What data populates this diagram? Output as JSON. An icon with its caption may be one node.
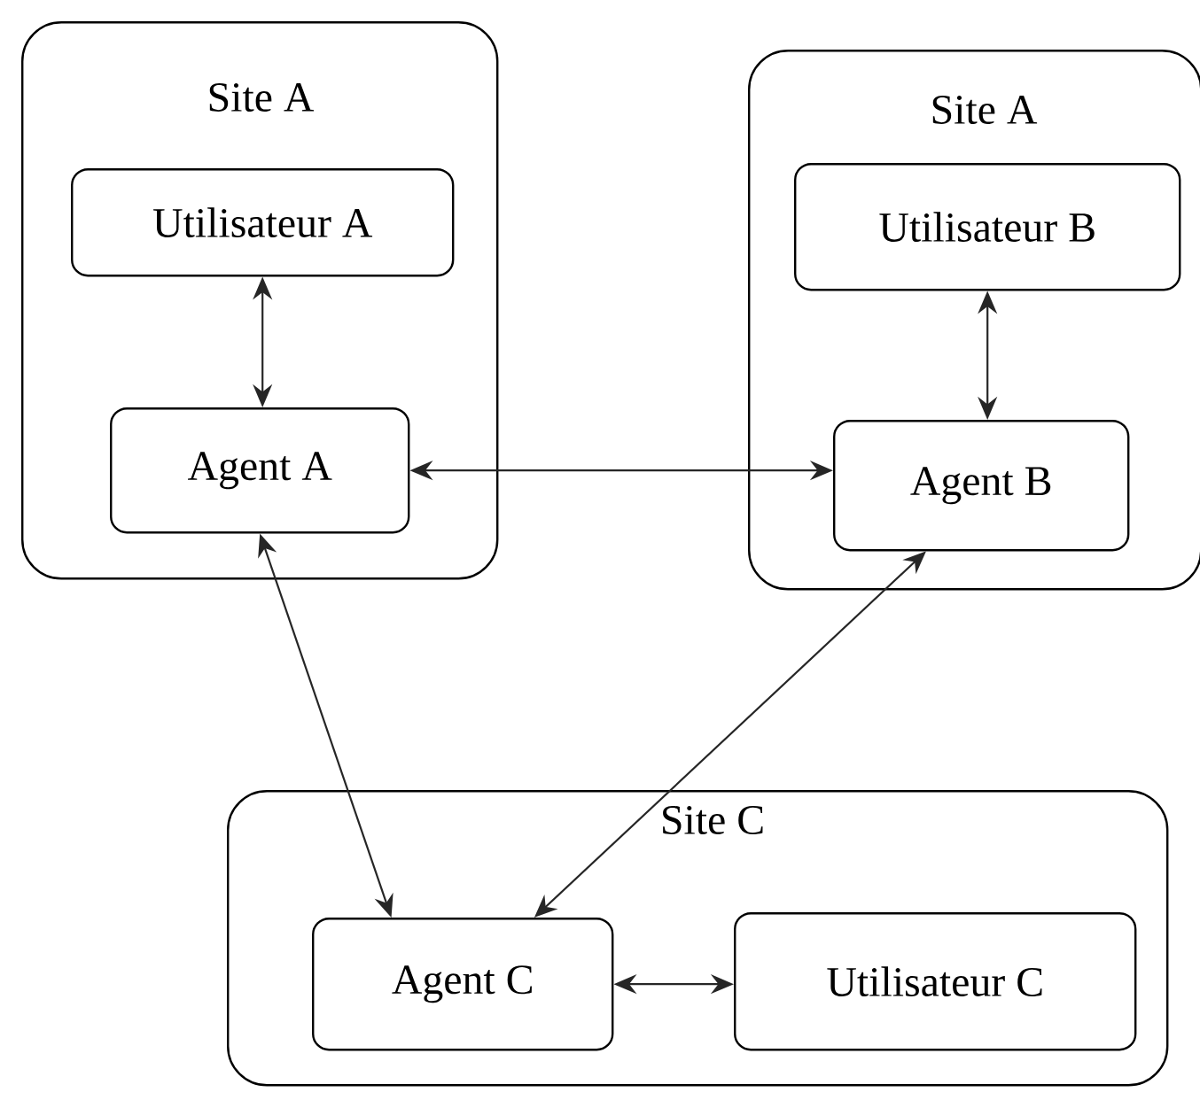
{
  "diagram": {
    "nodes": [
      {
        "text": [
          "Site A"
        ]
      },
      {
        "text": [
          "Utilisateur A"
        ],
        "in": 0
      },
      {
        "text": [
          "Agent A"
        ],
        "in": 0
      },
      {
        "text": [
          "Site A"
        ]
      },
      {
        "text": [
          "Utilisateur B"
        ],
        "in": 3
      },
      {
        "text": [
          "Agent B"
        ],
        "in": 3
      },
      {
        "text": [
          "Site C"
        ]
      },
      {
        "text": [
          "Agent C"
        ],
        "in": 6
      },
      {
        "text": [
          "Utilisateur C"
        ],
        "in": 6
      }
    ],
    "edges": [
      {
        "from": 1,
        "to": 2,
        "arrow": "both"
      },
      {
        "from": 4,
        "to": 5,
        "arrow": "both"
      },
      {
        "from": 2,
        "to": 5,
        "arrow": "both"
      },
      {
        "from": 2,
        "to": 7,
        "arrow": "both"
      },
      {
        "from": 5,
        "to": 7,
        "arrow": "both"
      },
      {
        "from": 7,
        "to": 8,
        "arrow": "both"
      }
    ]
  }
}
